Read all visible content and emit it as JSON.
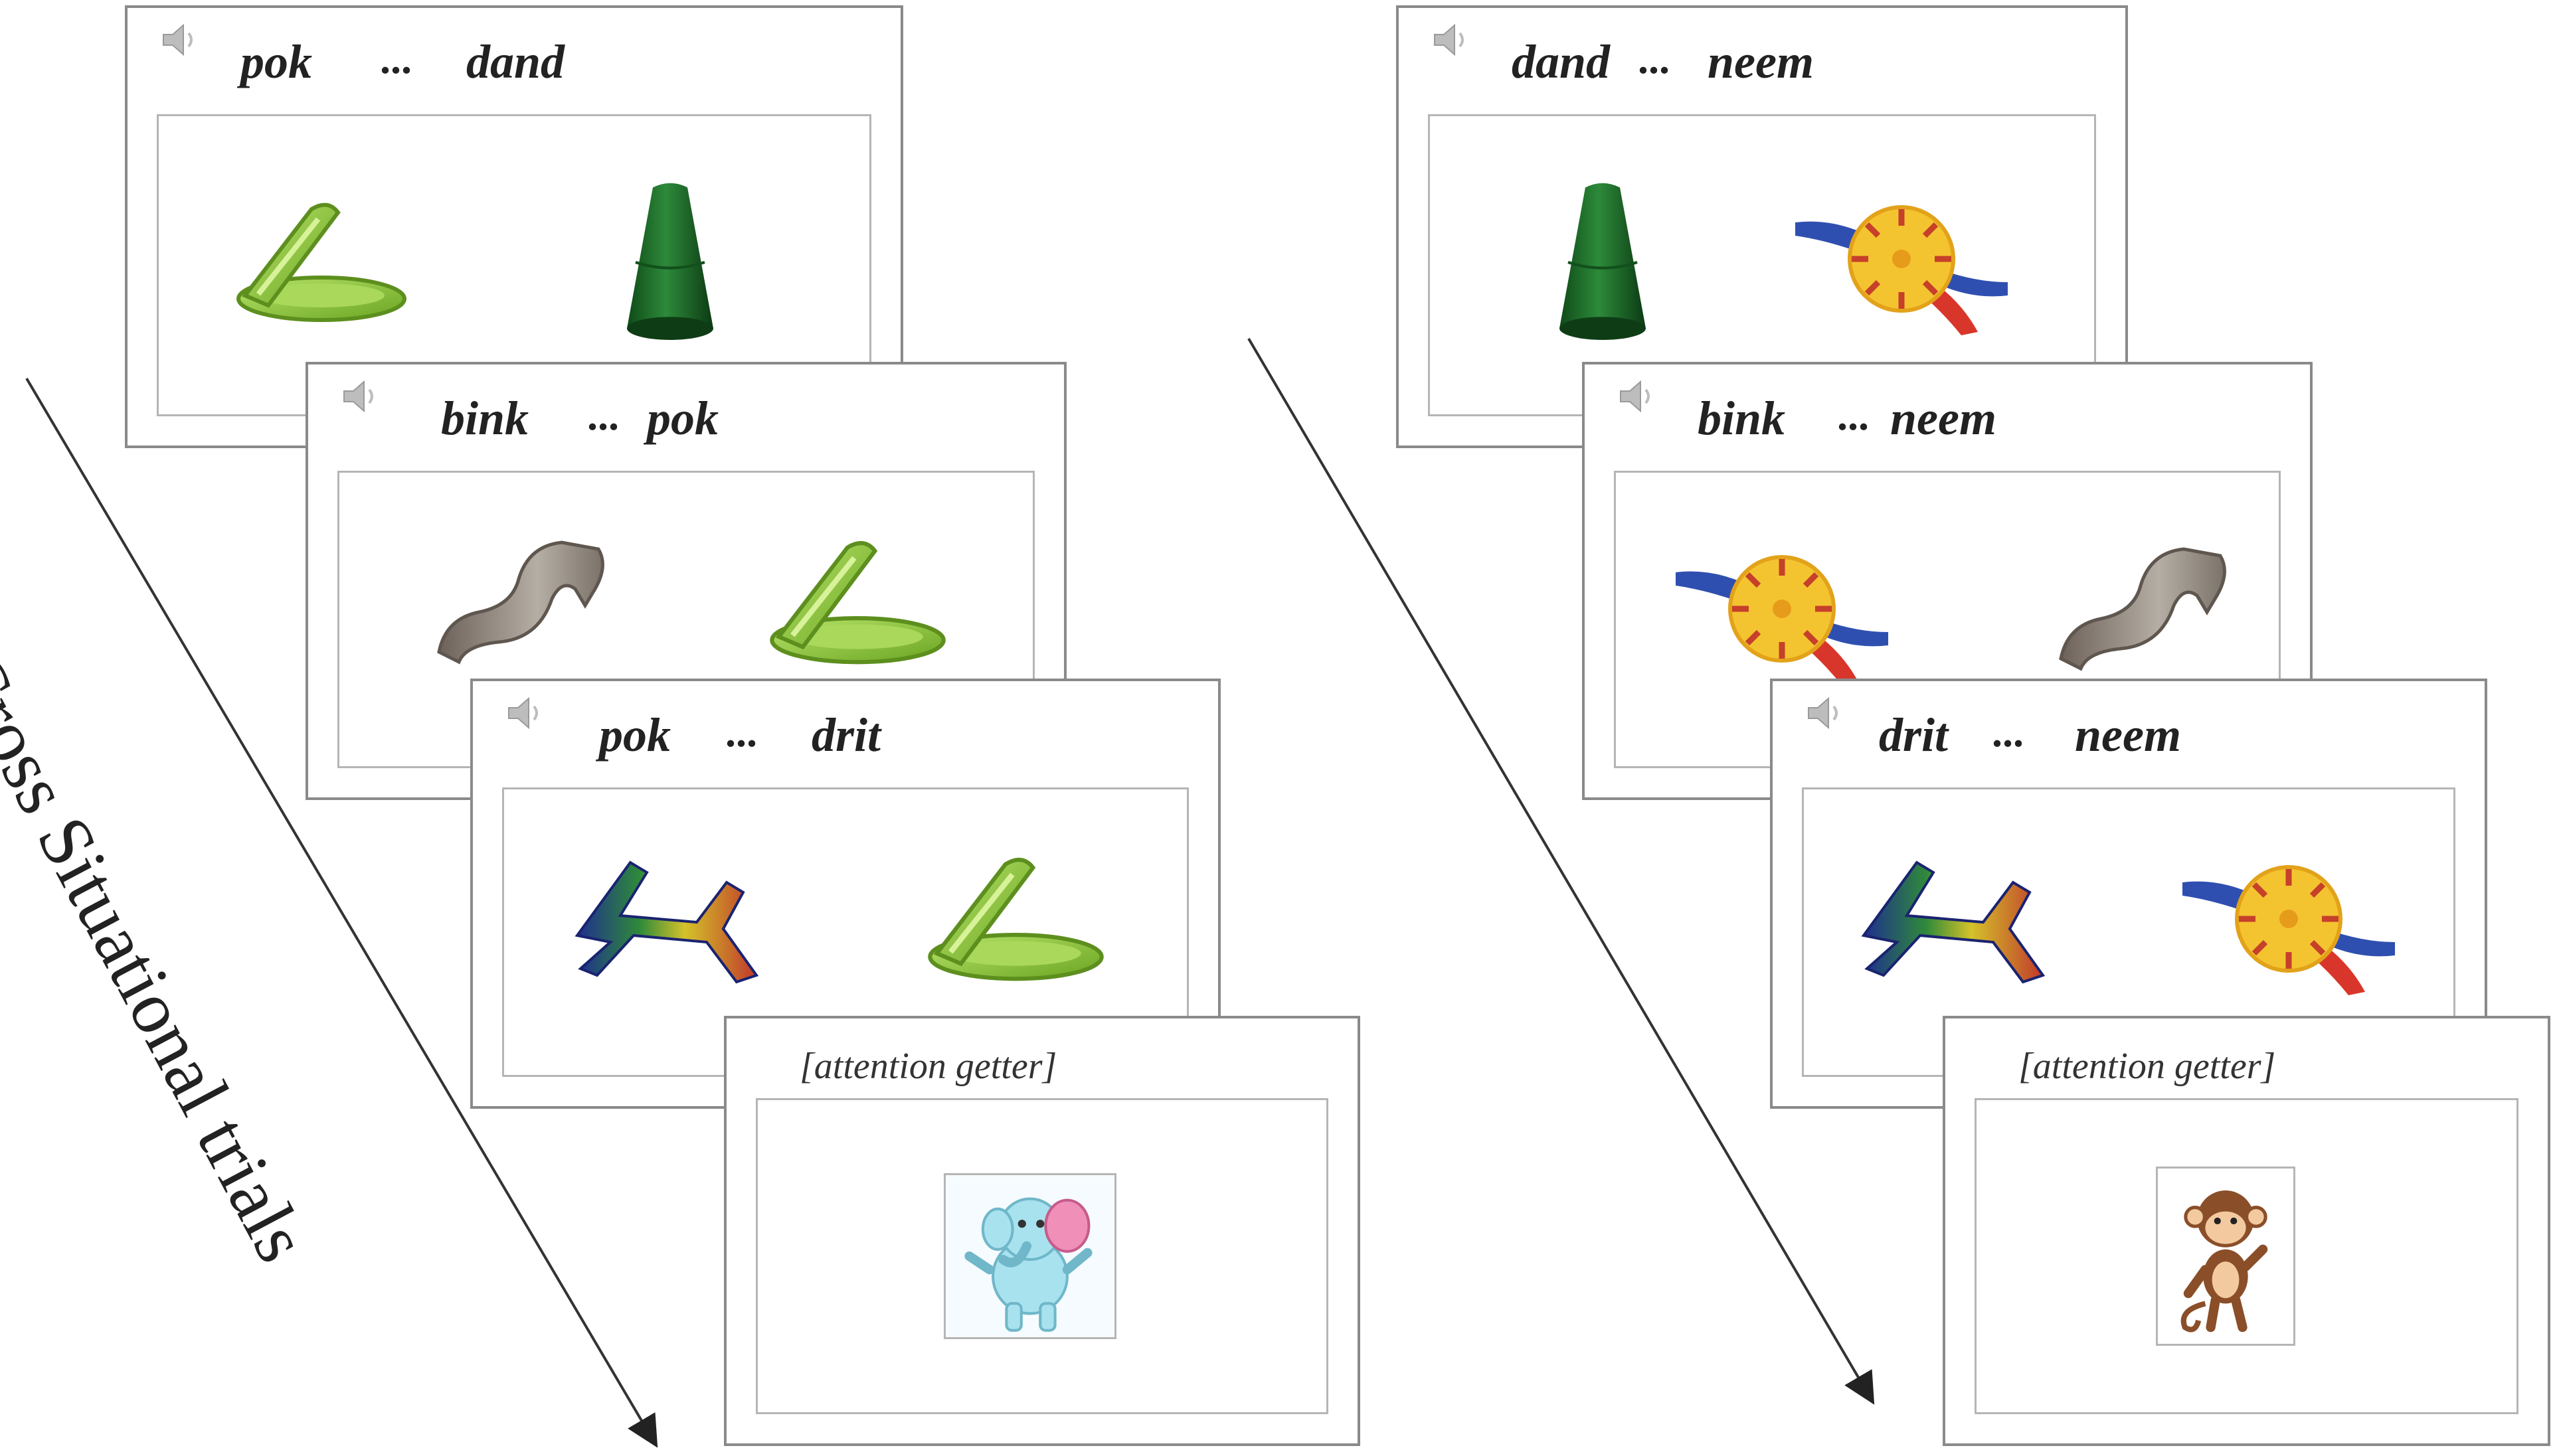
{
  "side_label": "Cross Situational trials",
  "left_sequence": [
    {
      "word1": "pok",
      "dots": "...",
      "word2": "dand",
      "objects": [
        "clam-object",
        "cone-object"
      ]
    },
    {
      "word1": "bink",
      "dots": "...",
      "word2": "pok",
      "objects": [
        "curve-object",
        "clam-object"
      ]
    },
    {
      "word1": "pok",
      "dots": "...",
      "word2": "drit",
      "objects": [
        "spool-object",
        "clam-object"
      ]
    },
    {
      "attention_label": "[attention getter]",
      "image": "elephant-picture"
    }
  ],
  "right_sequence": [
    {
      "word1": "dand",
      "dots": "...",
      "word2": "neem",
      "objects": [
        "cone-object",
        "propeller-object"
      ]
    },
    {
      "word1": "bink",
      "dots": "...",
      "word2": "neem",
      "objects": [
        "propeller-object",
        "curve-object"
      ]
    },
    {
      "word1": "drit",
      "dots": "...",
      "word2": "neem",
      "objects": [
        "spool-object",
        "propeller-object"
      ]
    },
    {
      "attention_label": "[attention getter]",
      "image": "monkey-picture"
    }
  ],
  "icons": {
    "speaker": "speaker-icon"
  },
  "colors": {
    "frame": "#8a8a8a",
    "green_object": "#8cc63f",
    "dark_green_object": "#1f6b2a",
    "grey_object": "#8f877e",
    "yellow_object": "#f4c430"
  }
}
